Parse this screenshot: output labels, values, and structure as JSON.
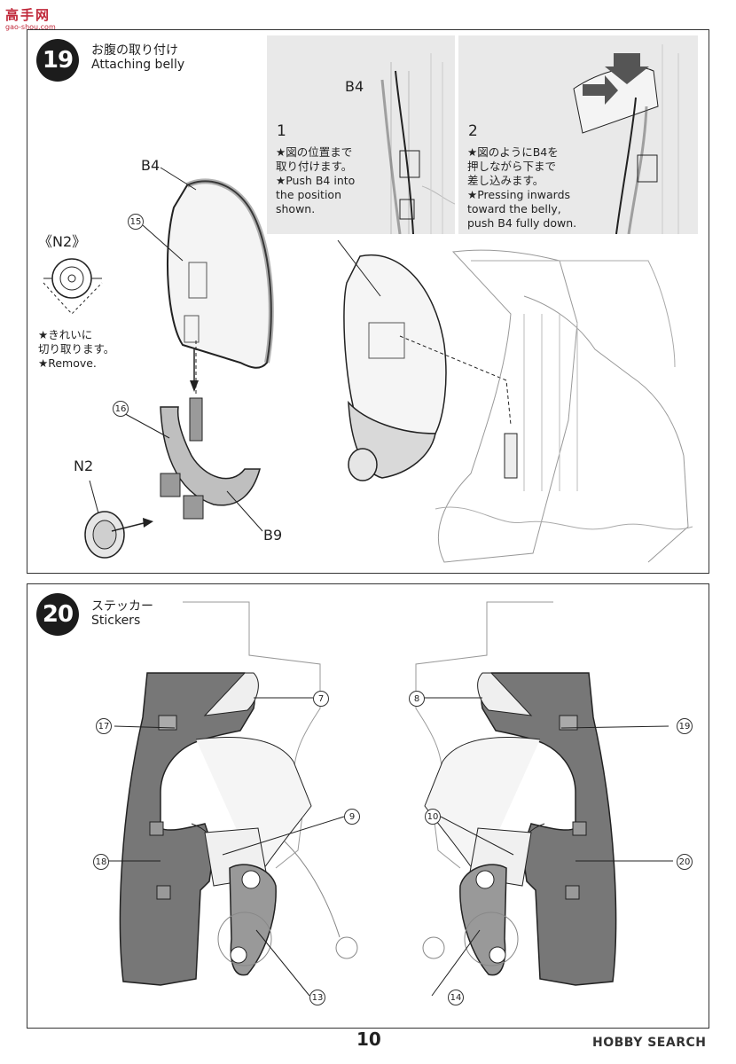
{
  "watermark": {
    "title": "高手网",
    "url": "gao-shou.com"
  },
  "step19": {
    "number": "19",
    "title_jp": "お腹の取り付け",
    "title_en": "Attaching belly",
    "part_b4": "B4",
    "part_b9": "B9",
    "part_n2": "N2",
    "runner_label": "《N2》",
    "sticker_15": "15",
    "sticker_16": "16",
    "note_remove": [
      "★きれいに",
      "切り取ります。",
      "★Remove."
    ],
    "inset1": {
      "number": "1",
      "part": "B4",
      "lines": [
        "★図の位置まで",
        "取り付けます。",
        "★Push B4 into",
        "the position",
        "shown."
      ]
    },
    "inset2": {
      "number": "2",
      "lines": [
        "★図のようにB4を",
        "押しながら下まで",
        "差し込みます。",
        "★Pressing inwards",
        "toward the belly,",
        "push B4 fully down."
      ]
    }
  },
  "step20": {
    "number": "20",
    "title_jp": "ステッカー",
    "title_en": "Stickers",
    "stickers": [
      "7",
      "8",
      "9",
      "10",
      "13",
      "14",
      "17",
      "18",
      "19",
      "20"
    ]
  },
  "footer": {
    "page_number": "10",
    "brand": "HOBBY SEARCH"
  }
}
